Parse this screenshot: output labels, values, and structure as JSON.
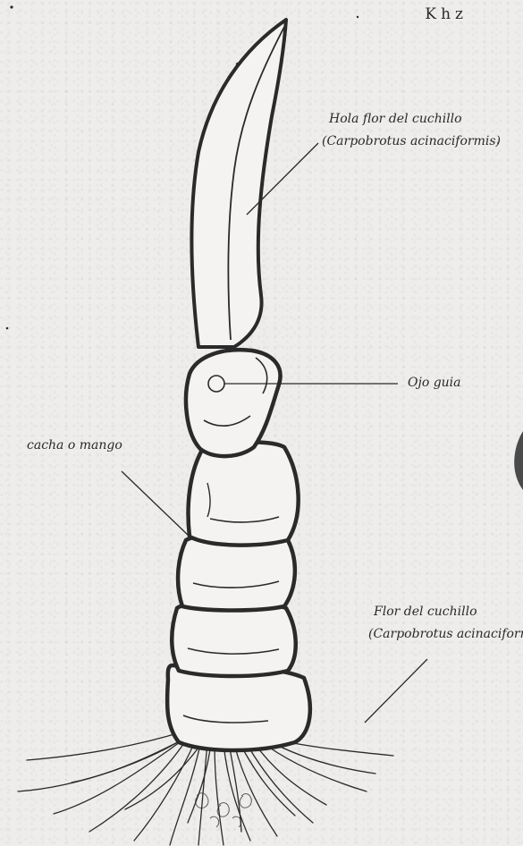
{
  "brand": "Khz",
  "labels": {
    "leaf_name": "Hola flor del cuchillo",
    "leaf_species": "(Carpobrotus acinaciformis)",
    "eye": "Ojo guia",
    "handle": "cacha o mango",
    "base_name": "Flor del cuchillo",
    "base_species": "(Carpobrotus acinaciformis)"
  },
  "colors": {
    "background": "#eeedeb",
    "ink": "#2a2a2a",
    "fill": "#f4f3f1"
  }
}
